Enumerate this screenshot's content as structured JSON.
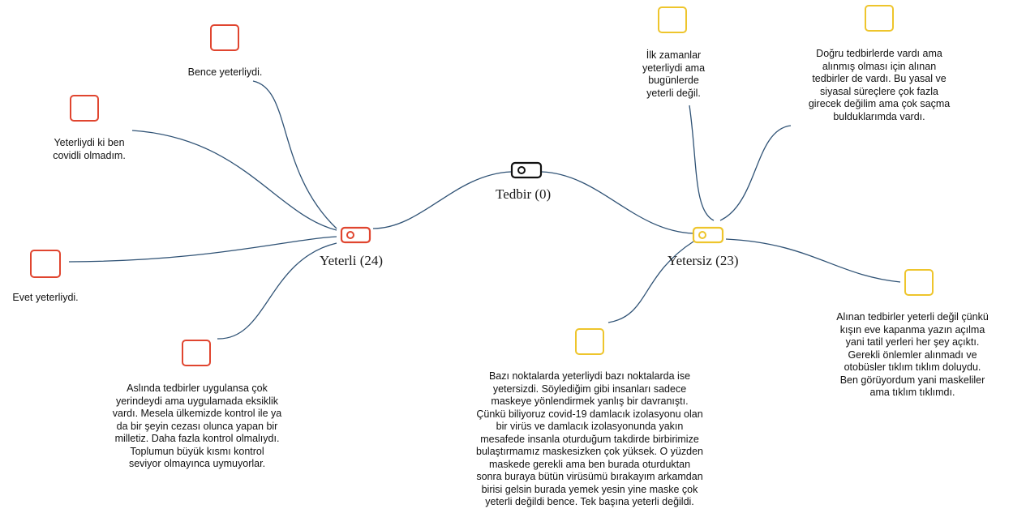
{
  "colors": {
    "link": "#2f5275",
    "yeterli": "#e0452f",
    "yetersiz": "#eec52c",
    "root": "#111111"
  },
  "icons": {
    "code_node": "tag-icon",
    "quote": "quote-box-icon"
  },
  "root": {
    "label": "Tedbir (0)"
  },
  "codes": [
    {
      "label": "Yeterli (24)",
      "quotes": [
        "Bence yeterliydi.",
        "Yeterliydi ki ben\ncovidli olmadım.",
        "Evet yeterliydi.",
        "Aslında tedbirler uygulansa çok\nyerindeydi ama uygulamada eksiklik\nvardı. Mesela ülkemizde kontrol ile ya\nda bir şeyin cezası olunca yapan bir\nmilletiz. Daha fazla kontrol olmalıydı.\nToplumun büyük kısmı kontrol\nseviyor olmayınca uymuyorlar."
      ]
    },
    {
      "label": "Yetersiz (23)",
      "quotes": [
        "İlk zamanlar\nyeterliydi ama\nbugünlerde\nyeterli değil.",
        "Doğru tedbirlerde vardı ama\nalınmış olması için alınan\ntedbirler de vardı. Bu yasal ve\nsiyasal süreçlere çok fazla\ngirecek değilim ama çok saçma\nbulduklarımda vardı.",
        "Alınan tedbirler yeterli değil çünkü\nkışın eve kapanma yazın açılma\nyani tatil yerleri her şey açıktı.\nGerekli önlemler alınmadı ve\notobüsler tıklım tıklım doluydu.\nBen görüyordum yani maskeliler\nama tıklım tıklımdı.",
        "Bazı noktalarda yeterliydi bazı noktalarda ise\nyetersizdi. Söylediğim gibi insanları sadece\nmaskeye yönlendirmek yanlış bir davranıştı.\nÇünkü biliyoruz covid-19 damlacık izolasyonu olan\nbir virüs ve damlacık izolasyonunda yakın\nmesafede insanla oturduğum takdirde birbirimize\nbulaştırmamız maskesizken çok yüksek. O yüzden\nmaskede gerekli ama ben burada oturduktan\nsonra buraya bütün virüsümü bırakayım arkamdan\nbirisi gelsin burada yemek yesin yine maske çok\nyeterli değildi bence. Tek başına yeterli değildi."
      ]
    }
  ]
}
